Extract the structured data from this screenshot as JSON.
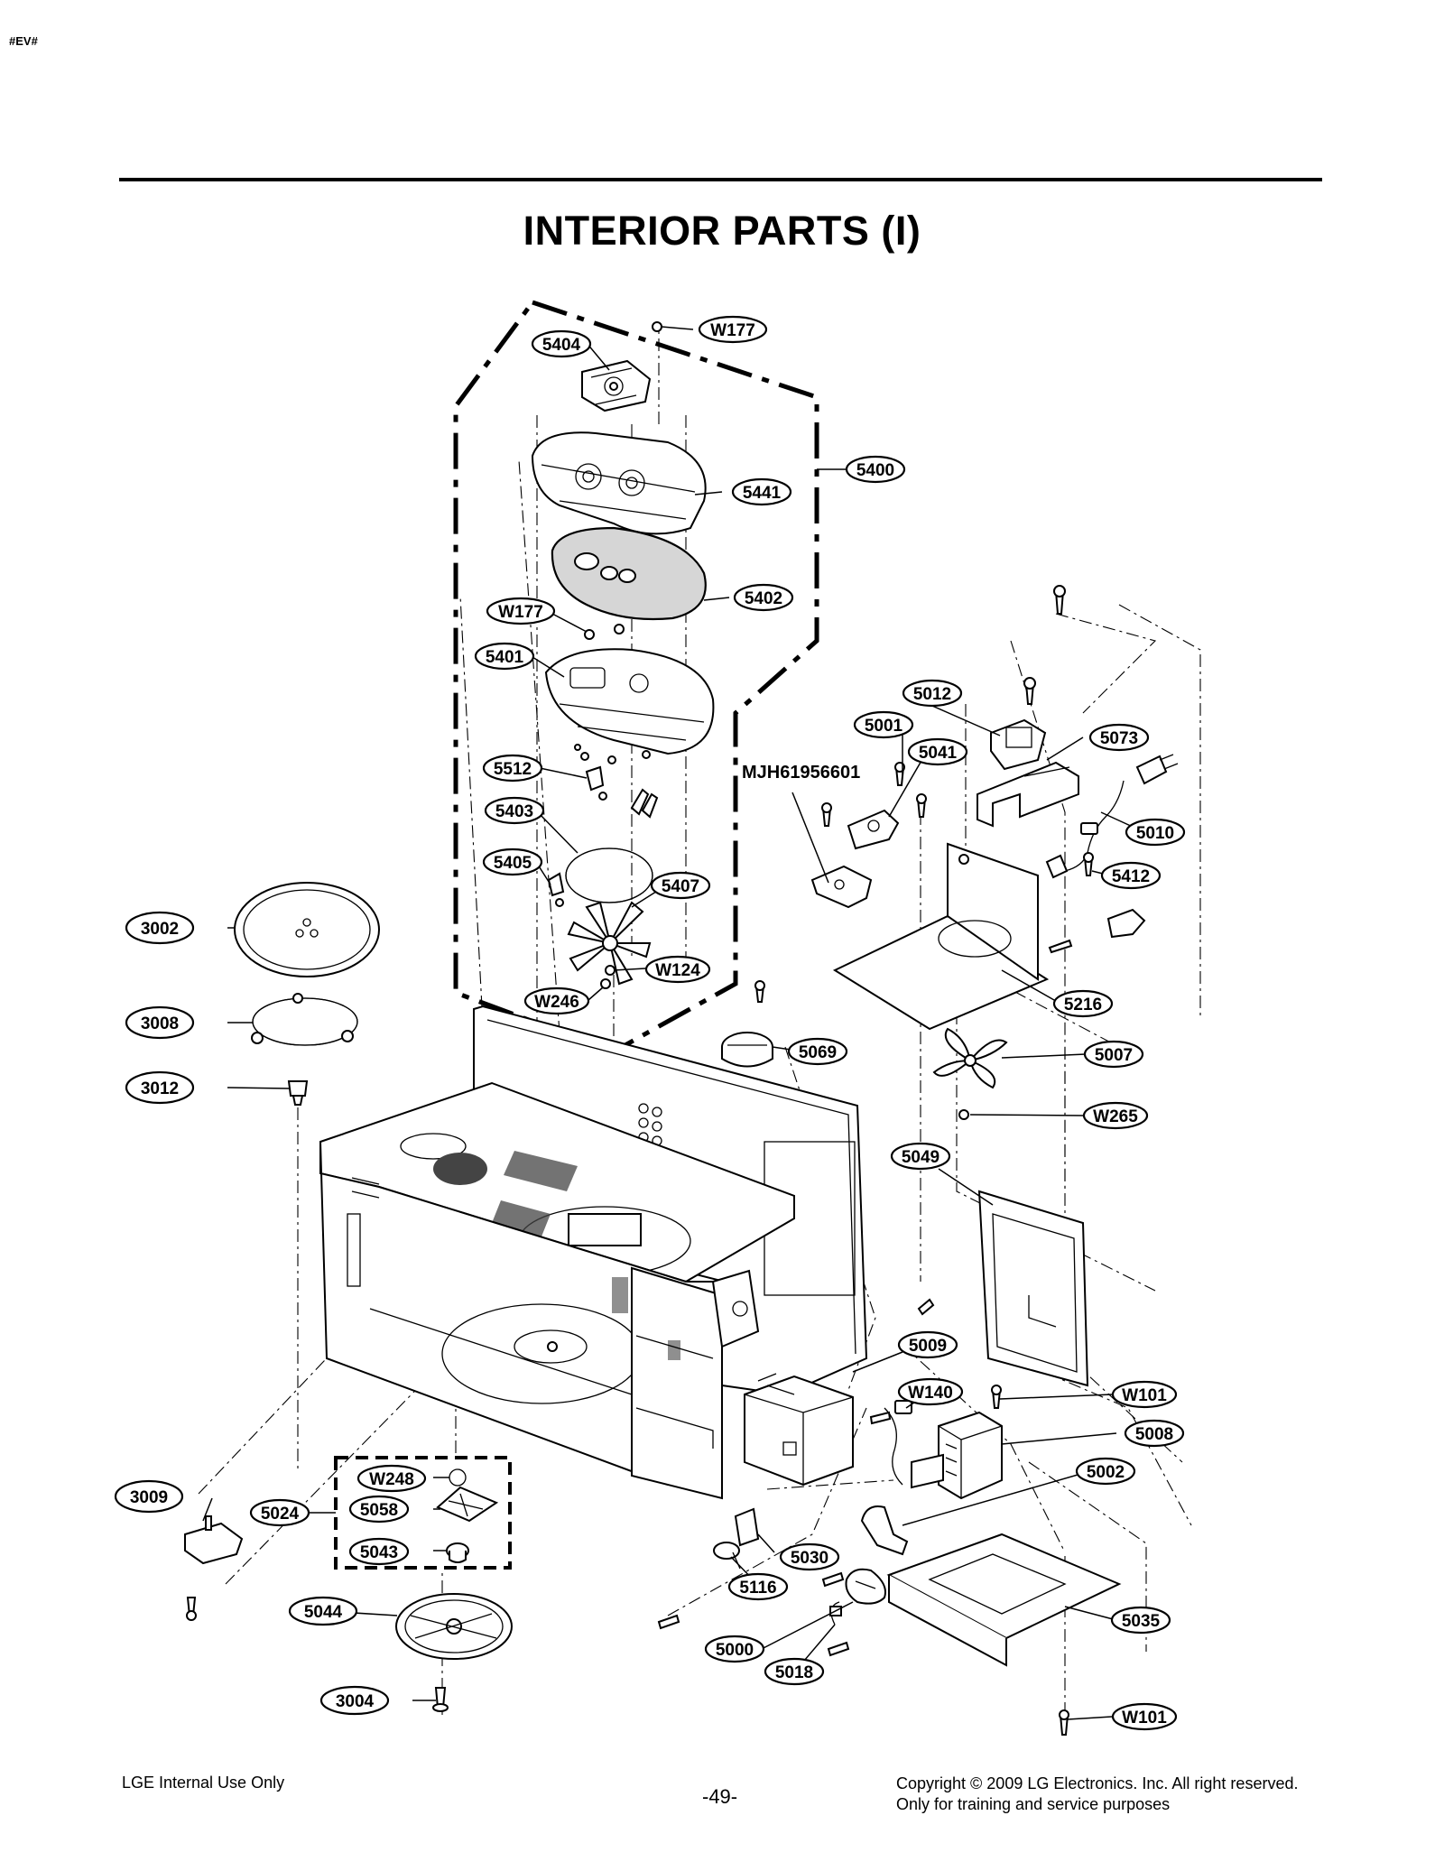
{
  "corner_tag": "#EV#",
  "title": "INTERIOR PARTS (I)",
  "model_label": "MJH61956601",
  "callouts": {
    "W177_top": "W177",
    "c5404": "5404",
    "c5400": "5400",
    "c5441": "5441",
    "c5402": "5402",
    "W177_mid": "W177",
    "c5401": "5401",
    "c5512": "5512",
    "c5403": "5403",
    "c5405": "5405",
    "c5407": "5407",
    "W124": "W124",
    "W246": "W246",
    "c5069": "5069",
    "c5012": "5012",
    "c5001": "5001",
    "c5041": "5041",
    "c5073": "5073",
    "c5010": "5010",
    "c5412": "5412",
    "c5216": "5216",
    "c5007": "5007",
    "W265": "W265",
    "c5049": "5049",
    "c3002": "3002",
    "c3008": "3008",
    "c3012": "3012",
    "c5009": "5009",
    "W140": "W140",
    "W101_a": "W101",
    "c5008": "5008",
    "c5002": "5002",
    "c3009": "3009",
    "c5024": "5024",
    "W248": "W248",
    "c5058": "5058",
    "c5043": "5043",
    "c5030": "5030",
    "c5116": "5116",
    "c5044": "5044",
    "c5000": "5000",
    "c5018": "5018",
    "c5035": "5035",
    "c3004": "3004",
    "W101_b": "W101"
  },
  "footer": {
    "left": "LGE Internal Use Only",
    "page": "-49-",
    "right_line1": "Copyright © 2009 LG Electronics. Inc. All right reserved.",
    "right_line2": "Only for training and service purposes"
  }
}
